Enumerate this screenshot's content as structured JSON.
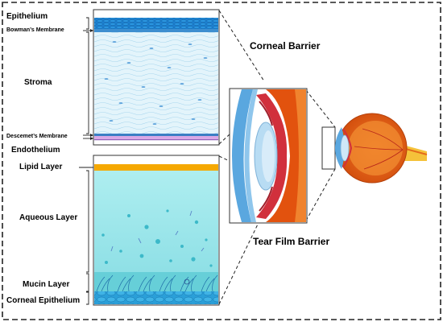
{
  "titles": {
    "corneal": "Corneal Barrier",
    "tear_film": "Tear Film Barrier"
  },
  "cornea_layers": {
    "epithelium": "Epithelium",
    "bowman": "Bowman’s Membrane",
    "stroma": "Stroma",
    "descemet": "Descemet’s Membrane",
    "endothelium": "Endothelium"
  },
  "tear_layers": {
    "lipid": "Lipid Layer",
    "aqueous": "Aqueous Layer",
    "mucin": "Mucin Layer",
    "corneal_epithelium": "Corneal Epithelium"
  },
  "colors": {
    "epithelium": "#1e88d8",
    "stroma": "#dff2fb",
    "lipid": "#f5a800",
    "aqueous": "#a8ecee",
    "mucin": "#57c8d4",
    "sclera": "#e2520e",
    "cornea_blue": "#5aa7df",
    "iris_red": "#d1303c"
  }
}
